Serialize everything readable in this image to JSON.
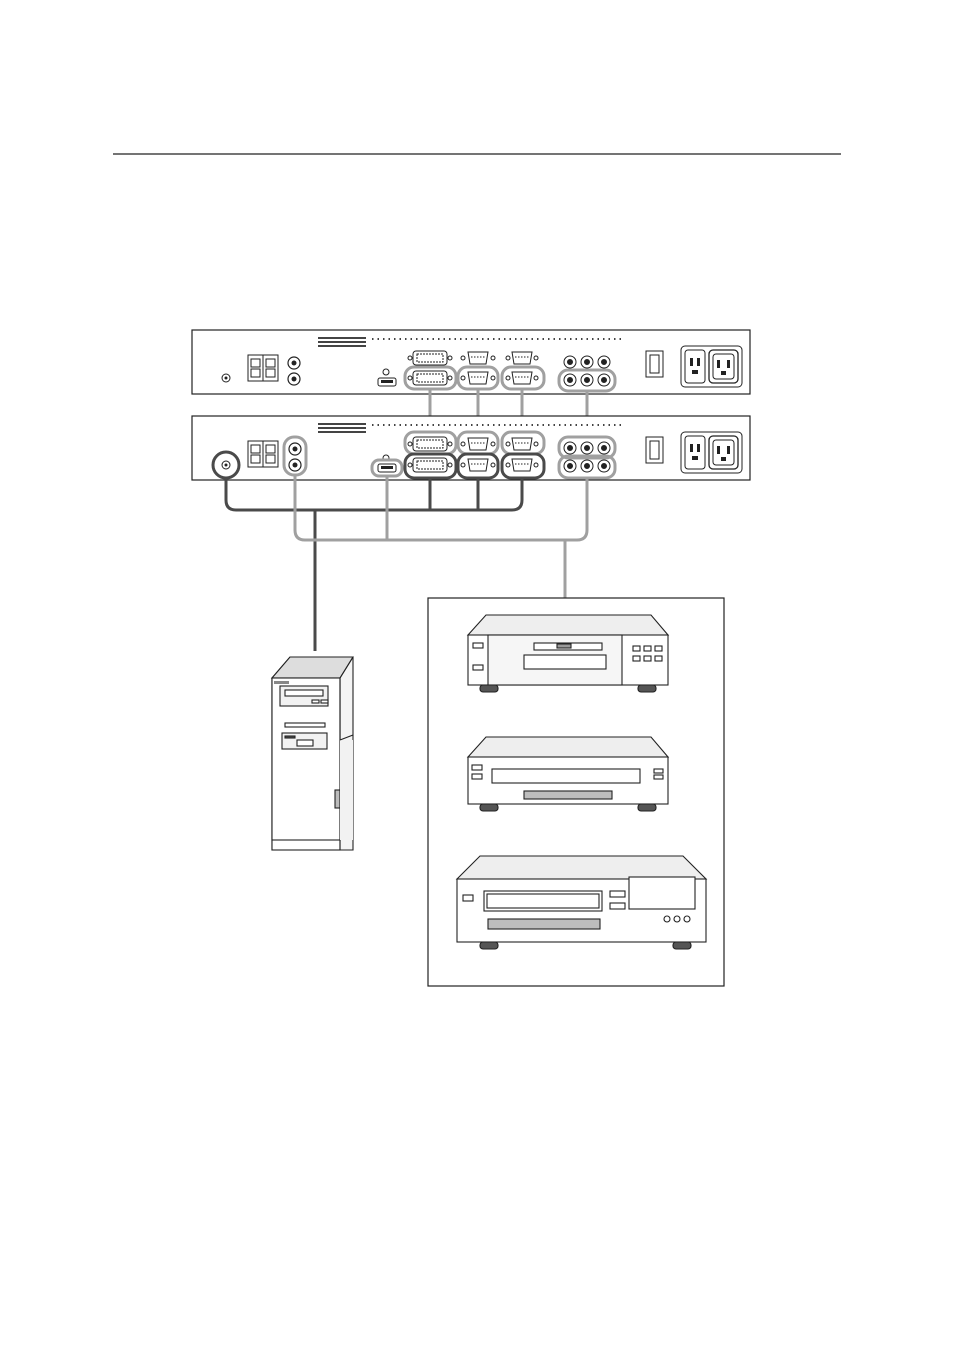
{
  "page": {
    "background": "#ffffff",
    "rule_color": "#222222"
  },
  "palette": {
    "outline": "#222222",
    "dark_cable": "#4a4a4a",
    "light_cable": "#a0a0a0",
    "panel_fill": "#ffffff",
    "device_fill": "#f2f2f2",
    "shade": "#bdbdbd",
    "dark_fill": "#555555"
  },
  "diagram": {
    "units": [
      {
        "id": "upper-unit",
        "role": "daisy-chained display"
      },
      {
        "id": "lower-unit",
        "role": "primary display"
      }
    ],
    "icons": [
      "pc-tower-icon",
      "dvd-player-icon",
      "vcr-icon",
      "av-receiver-icon"
    ],
    "connector_groups": [
      "dvi-port",
      "vga-port",
      "rs232-port",
      "bnc-port",
      "hdmi-port",
      "rca-audio-port",
      "power-inlet",
      "power-switch"
    ]
  }
}
